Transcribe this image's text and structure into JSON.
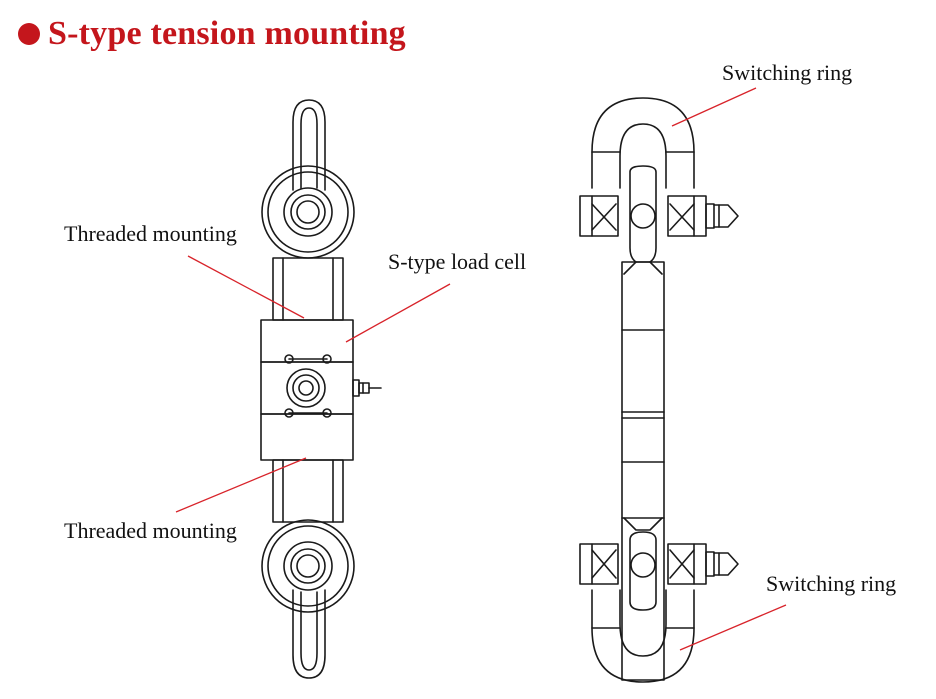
{
  "title": {
    "text": "S-type tension mounting",
    "bullet": "●"
  },
  "labels": {
    "threaded_top": "Threaded mounting",
    "load_cell": "S-type load cell",
    "threaded_bottom": "Threaded mounting",
    "ring_top": "Switching ring",
    "ring_bottom": "Switching ring"
  },
  "colors": {
    "title": "#c4161c",
    "leader": "#d8232a",
    "stroke": "#1a1a1a",
    "background": "#ffffff"
  }
}
